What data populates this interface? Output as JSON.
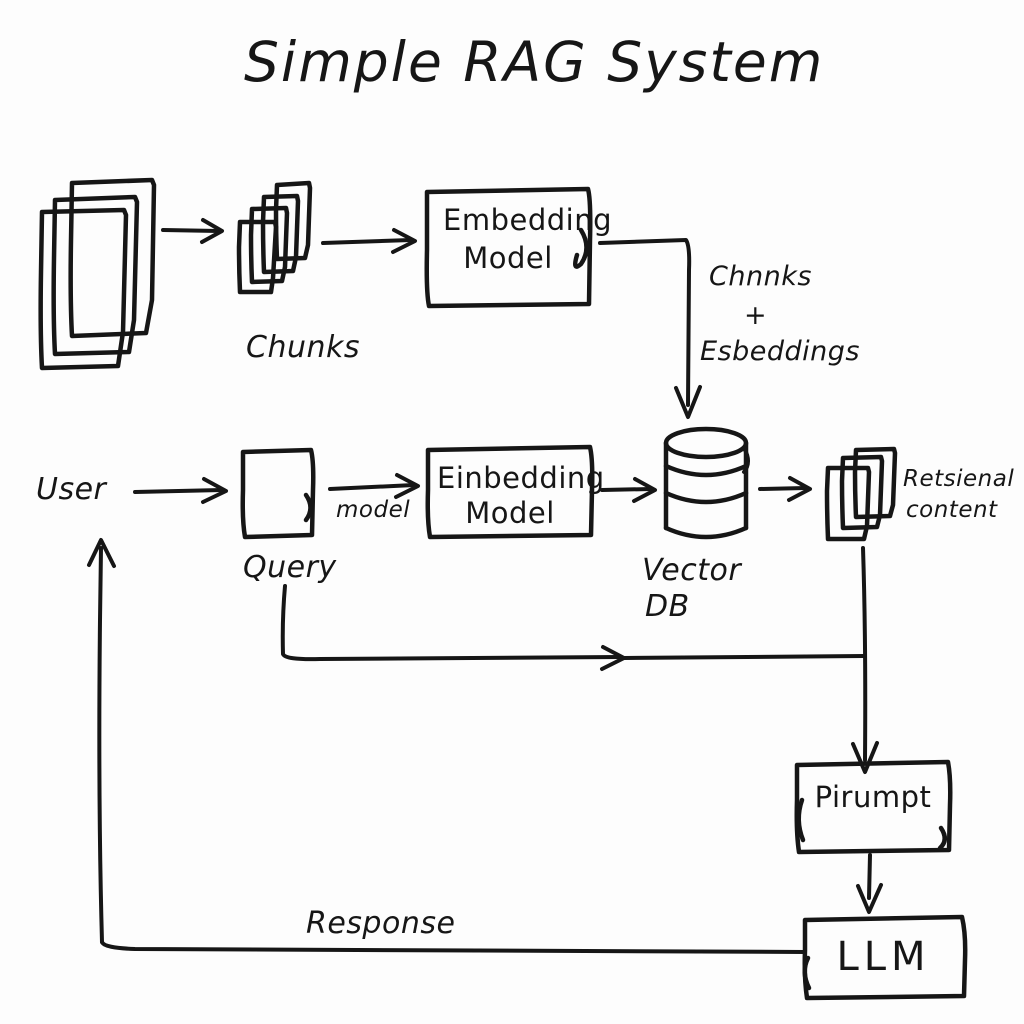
{
  "diagram": {
    "title": "Simple RAG System",
    "background_color": "#fdfdfd",
    "ink_color": "#161616",
    "style": "hand-drawn whiteboard sketch",
    "nodes": {
      "documents": {
        "label": "",
        "shape": "stacked-documents"
      },
      "chunks": {
        "label": "Chunks",
        "shape": "stacked-small-documents"
      },
      "embedding_model_top": {
        "label_line1": "Embedding",
        "label_line2": "Model",
        "shape": "rectangle"
      },
      "vector_db": {
        "label_line1": "Vector",
        "label_line2": "DB",
        "shape": "cylinder"
      },
      "user": {
        "label": "User",
        "shape": "text"
      },
      "query": {
        "label": "Query",
        "shape": "rectangle"
      },
      "embedding_model_mid": {
        "label_line1": "Einbedding",
        "label_line2": "Model",
        "shape": "rectangle"
      },
      "retrieved": {
        "label_line1": "Retsienal",
        "label_line2": "content",
        "shape": "stacked-documents"
      },
      "prompt": {
        "label": "Pirumpt",
        "shape": "rectangle"
      },
      "llm": {
        "label": "LLM",
        "shape": "rectangle"
      }
    },
    "edge_labels": {
      "chunks_embeddings_line1": "Chnnks",
      "chunks_embeddings_plus": "+",
      "chunks_embeddings_line2": "Esbeddings",
      "model_arrow": "model",
      "response": "Response"
    }
  }
}
